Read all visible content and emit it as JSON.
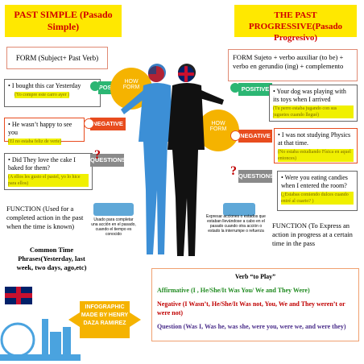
{
  "left": {
    "title": "PAST SIMPLE (Pasado Simple)",
    "form": "FORM (Subject+ Past Verb)",
    "positive_tag": "POSITIVE",
    "negative_tag": "NEGATIVE",
    "questions_tag": "QUESTIONS",
    "how_form": "HOW FORM",
    "positive_en": "I bought this car Yesterday",
    "positive_es": "(Yo compre este carro ayer )",
    "negative_en": "He wasn’t happy to see you",
    "negative_es": "(El no estaba feliz de verte)",
    "question_en": "Did They love the cake I baked for them?",
    "question_es": "(A ellos les gusto el pastel, yo lo hice para ellos)",
    "function": "FUNCTION (Used for a completed action in the past when the time is known)",
    "common_time": "Common Time Phrases(Yesterday, last week, two days, ago,etc)",
    "note": "Usado para completar una acción en el pasado, cuando el tiempo es conocido"
  },
  "right": {
    "title": "THE PAST PROGRESSIVE(Pasado Progresivo)",
    "form": "FORM Sujeto + verbo auxiliar (to be) + verbo en gerundio (ing) + complemento",
    "positive_tag": "POSITIVE",
    "negative_tag": "NEGATIVE",
    "questions_tag": "QUESTIONS",
    "how_form": "HOW FORM",
    "positive_en": "Your dog was playing with its toys when I arrived",
    "positive_es": "(Tu perro estaba jugando con sus juguetes cuando llegué)",
    "negative_en": "I was not studying Physics at that time.",
    "negative_es": "(No estaba estudiando Física en aquel entonces)",
    "question_en": "Were you eating candies when I entered the room?",
    "question_es": "(¿Estabas comiendo dulces cuando entré al cuarto? )",
    "function": "FUNCTION (To Express an action in progress at a certain time in the pass",
    "note": "Expresar acciones o estados que estaban llevándose a cabo en el pasado cuando otra acción o estado la interrumpe o refuerza"
  },
  "verb_to_play": {
    "title": "Verb “to Play”",
    "affirmative": "Affirmative (I , He/She/It Was You/ We and They Were)",
    "negative": "Negative (I Wasn’t, He/She/It Was not, You, We and They weren’t or were not)",
    "question": "Question (Was I, Was he, was she, were you, were we, and were they)"
  },
  "credit": "INFOGRAPHIC MADE BY HENRY DAZA RAMIREZ",
  "colors": {
    "title_bg": "#ffe800",
    "title_text": "#d10000",
    "positive": "#2bb673",
    "negative": "#e84c1e",
    "questions": "#8a8a8a",
    "accent": "#f5b300"
  }
}
